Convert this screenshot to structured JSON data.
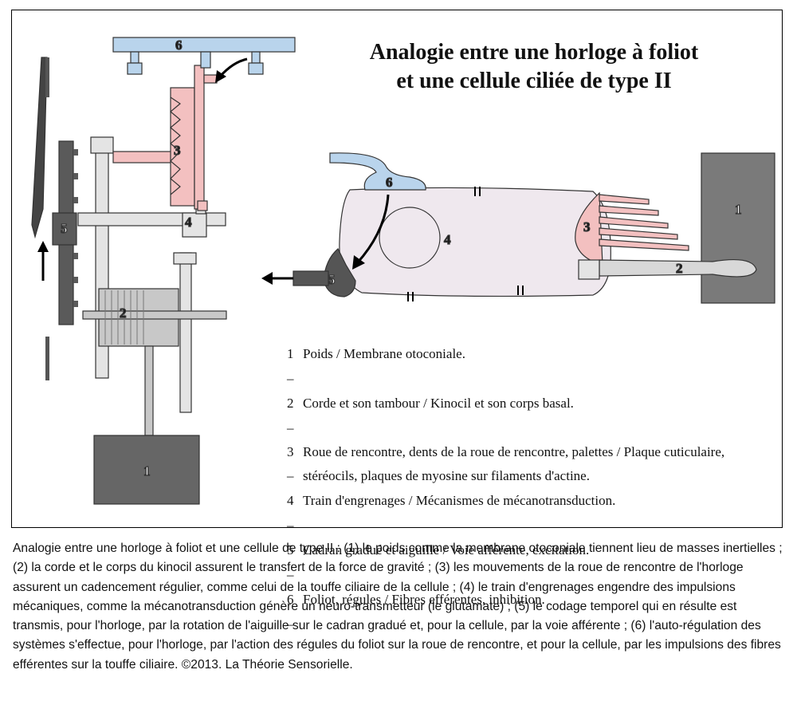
{
  "title_line1": "Analogie entre une horloge à foliot",
  "title_line2": "et une cellule ciliée de type II",
  "labels": {
    "clock_1": "1",
    "clock_2": "2",
    "clock_3": "3",
    "clock_4": "4",
    "clock_5": "5",
    "clock_6": "6",
    "cell_1": "1",
    "cell_2": "2",
    "cell_3": "3",
    "cell_4": "4",
    "cell_5": "5",
    "cell_6": "6"
  },
  "legend": [
    {
      "num": "1 –",
      "text": "Poids / Membrane otoconiale."
    },
    {
      "num": "2 –",
      "text": "Corde et son tambour / Kinocil et son corps basal."
    },
    {
      "num": "3 –",
      "text": "Roue de rencontre, dents de la roue de rencontre, palettes / Plaque cuticulaire, stéréocils, plaques de myosine sur filaments d'actine."
    },
    {
      "num": "4 –",
      "text": "Train d'engrenages / Mécanismes de mécanotransduction."
    },
    {
      "num": "5 –",
      "text": "Cadran gradué et aiguille / Voie afférente, excitation."
    },
    {
      "num": "6 –",
      "text": "Foliot, régules / Fibres efférentes, inhibition."
    }
  ],
  "caption": "Analogie entre une horloge à foliot et une cellule de type II : (1) le poids comme la membrane otoconiale tiennent lieu de masses inertielles ; (2) la corde et le corps du kinocil assurent le transfert de la force de gravité ; (3) les mouvements de la roue de rencontre de l'horloge assurent un cadencement régulier, comme celui de la touffe ciliaire de la cellule ; (4) le train d'engrenages engendre des impulsions mécaniques, comme la mécanotransduction génère un neuro-transmetteur (le glutamate) ; (5) le codage temporel qui en résulte est transmis, pour l'horloge, par la rotation de l'aiguille sur le cadran gradué et, pour la cellule, par la voie afférente ; (6) l'auto-régulation des systèmes s'effectue, pour l'horloge, par l'action des régules du foliot sur la roue de rencontre, et pour la cellule, par les impulsions des fibres efférentes sur la touffe ciliaire. ©2013. La Théorie Sensorielle.",
  "colors": {
    "foliot_blue": "#b9d4ec",
    "escapement_pink": "#f3c0c0",
    "gear_light": "#e4e4e4",
    "drum_gray": "#c8c8c8",
    "dark_gray": "#5a5a5a",
    "cell_body": "#efe8ee"
  }
}
